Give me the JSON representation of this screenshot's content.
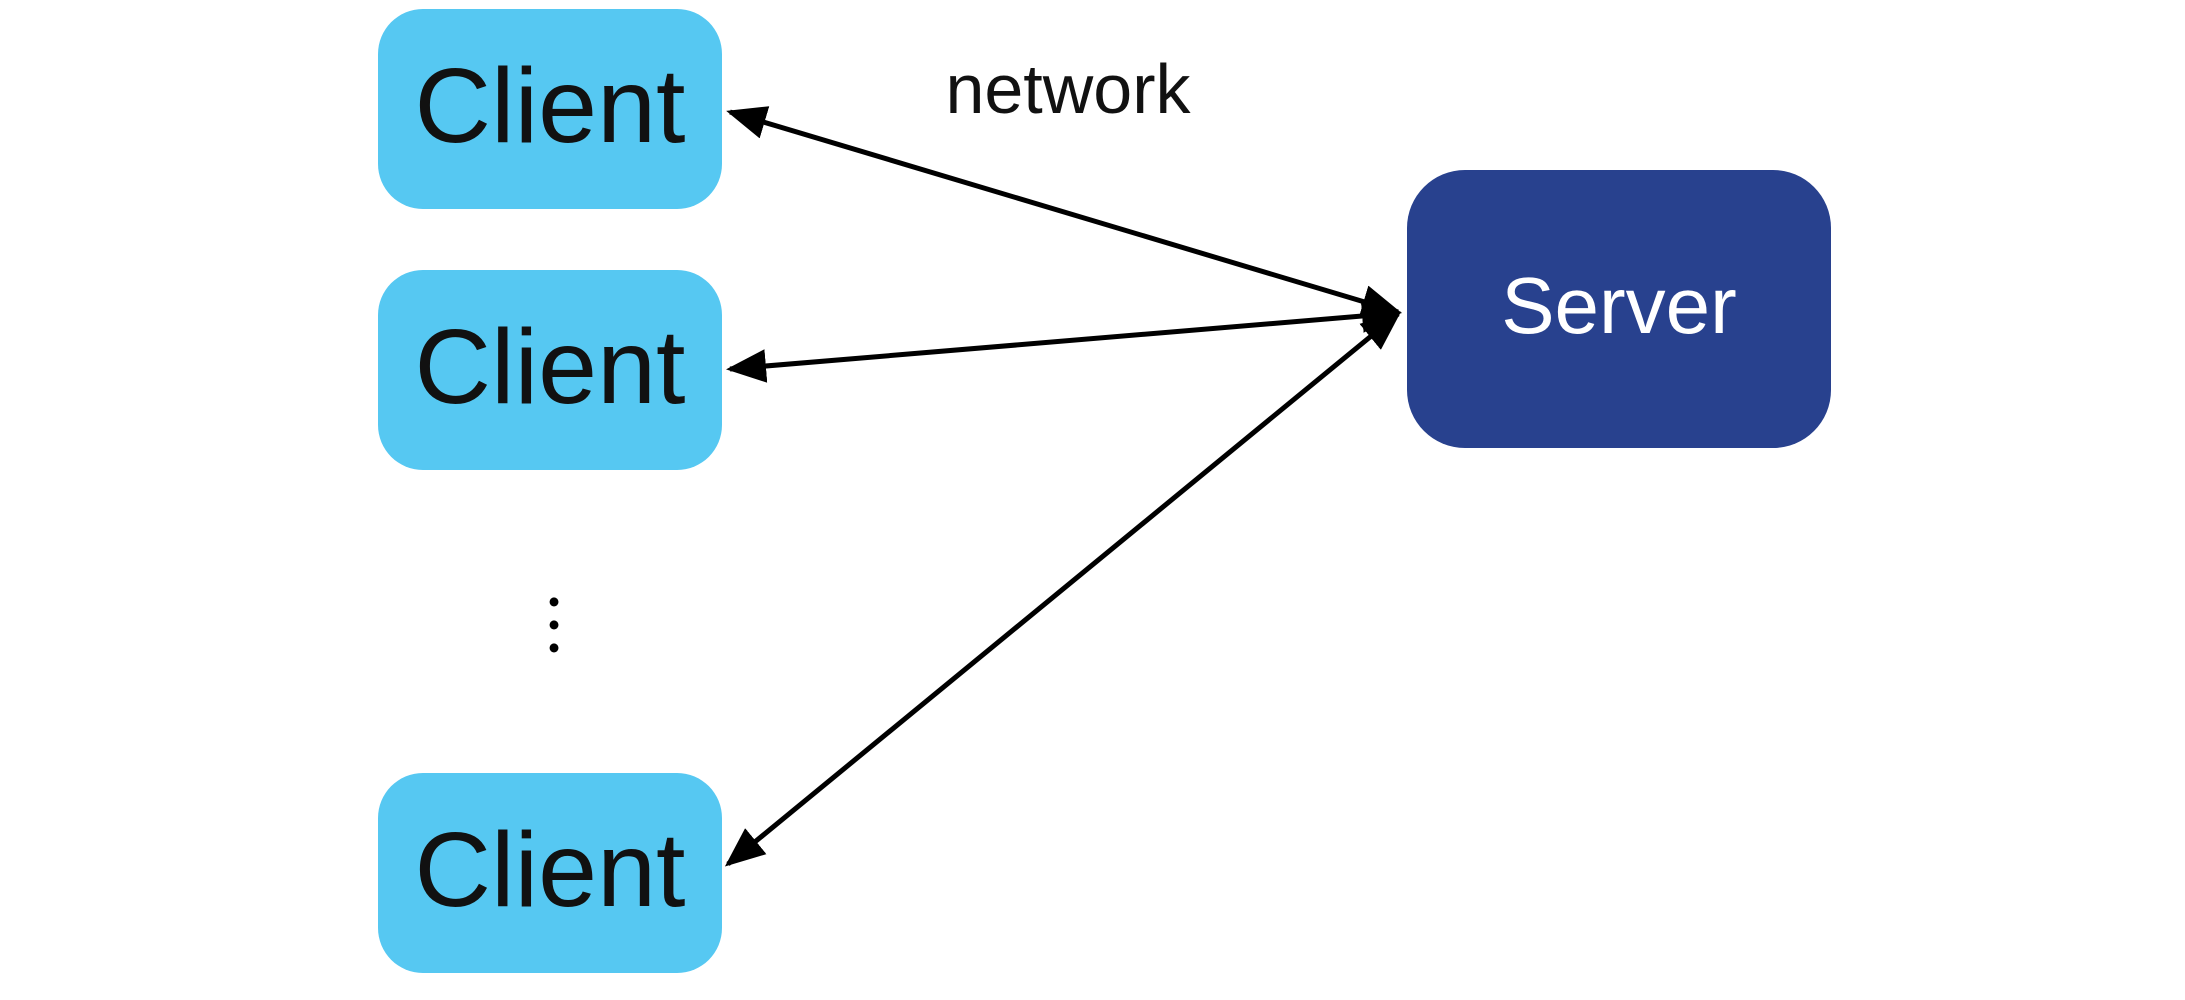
{
  "diagram": {
    "clients": [
      {
        "label": "Client"
      },
      {
        "label": "Client"
      },
      {
        "label": "Client"
      }
    ],
    "server": {
      "label": "Server"
    },
    "edge_label": "network",
    "ellipsis_dots": [
      "•",
      "•",
      "•"
    ]
  },
  "colors": {
    "canvas-bg": "#FFFFFF",
    "client-fill": "#56C8F2",
    "client-text": "#111111",
    "server-fill": "#28418E",
    "server-text": "#FFFFFF",
    "arrow-color": "#000000"
  }
}
